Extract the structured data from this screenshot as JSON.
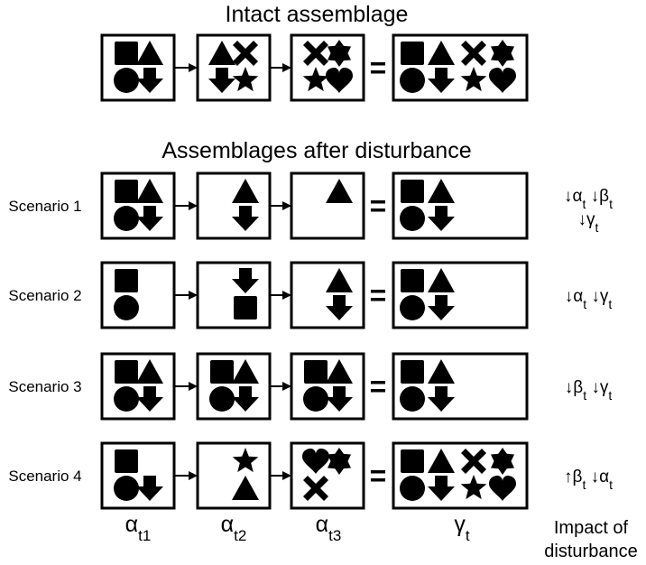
{
  "intact_title": "Intact assemblage",
  "disturbed_title": "Assemblages after disturbance",
  "equals_sign": "=",
  "intact_row": {
    "boxes": [
      [
        "square",
        "triangle",
        "circle",
        "arrow-down"
      ],
      [
        "triangle",
        "cross",
        "arrow-down",
        "star"
      ],
      [
        "cross",
        "hexagram",
        "star",
        "heart"
      ]
    ],
    "gamma": [
      "square",
      "triangle",
      "cross",
      "hexagram",
      "circle",
      "arrow-down",
      "star",
      "heart"
    ]
  },
  "scenarios": [
    {
      "label": "Scenario 1",
      "boxes": [
        [
          "square",
          "triangle",
          "circle",
          "arrow-down"
        ],
        [
          null,
          "triangle",
          null,
          "arrow-down"
        ],
        [
          null,
          "triangle",
          null,
          null
        ]
      ],
      "gamma": [
        "square",
        "triangle",
        null,
        null,
        "circle",
        "arrow-down",
        null,
        null
      ],
      "impact_lines": [
        [
          {
            "dir": "↓",
            "sym": "α",
            "sub": "t"
          },
          {
            "dir": "↓",
            "sym": "β",
            "sub": "t"
          }
        ],
        [
          {
            "dir": "↓",
            "sym": "γ",
            "sub": "t"
          }
        ]
      ]
    },
    {
      "label": "Scenario 2",
      "boxes": [
        [
          "square",
          null,
          "circle",
          null
        ],
        [
          null,
          "arrow-down",
          null,
          "square"
        ],
        [
          null,
          "triangle",
          null,
          "arrow-down"
        ]
      ],
      "gamma": [
        "square",
        "triangle",
        null,
        null,
        "circle",
        "arrow-down",
        null,
        null
      ],
      "impact_lines": [
        [
          {
            "dir": "↓",
            "sym": "α",
            "sub": "t"
          },
          {
            "dir": "↓",
            "sym": "γ",
            "sub": "t"
          }
        ]
      ]
    },
    {
      "label": "Scenario 3",
      "boxes": [
        [
          "square",
          "triangle",
          "circle",
          "arrow-down"
        ],
        [
          "square",
          "triangle",
          "circle",
          "arrow-down"
        ],
        [
          "square",
          "triangle",
          "circle",
          "arrow-down"
        ]
      ],
      "gamma": [
        "square",
        "triangle",
        null,
        null,
        "circle",
        "arrow-down",
        null,
        null
      ],
      "impact_lines": [
        [
          {
            "dir": "↓",
            "sym": "β",
            "sub": "t"
          },
          {
            "dir": "↓",
            "sym": "γ",
            "sub": "t"
          }
        ]
      ]
    },
    {
      "label": "Scenario 4",
      "boxes": [
        [
          "square",
          null,
          "circle",
          "arrow-down"
        ],
        [
          null,
          "star",
          null,
          "triangle"
        ],
        [
          "heart",
          "hexagram",
          "cross",
          null
        ]
      ],
      "gamma": [
        "square",
        "triangle",
        "cross",
        "hexagram",
        "circle",
        "arrow-down",
        "star",
        "heart"
      ],
      "impact_lines": [
        [
          {
            "dir": "↑",
            "sym": "β",
            "sub": "t"
          },
          {
            "dir": "↓",
            "sym": "α",
            "sub": "t"
          }
        ]
      ]
    }
  ],
  "column_labels": [
    {
      "sym": "α",
      "sub": "t1"
    },
    {
      "sym": "α",
      "sub": "t2"
    },
    {
      "sym": "α",
      "sub": "t3"
    },
    {
      "sym": "γ",
      "sub": "t"
    }
  ],
  "impact_header_lines": [
    "Impact of",
    "disturbance"
  ]
}
